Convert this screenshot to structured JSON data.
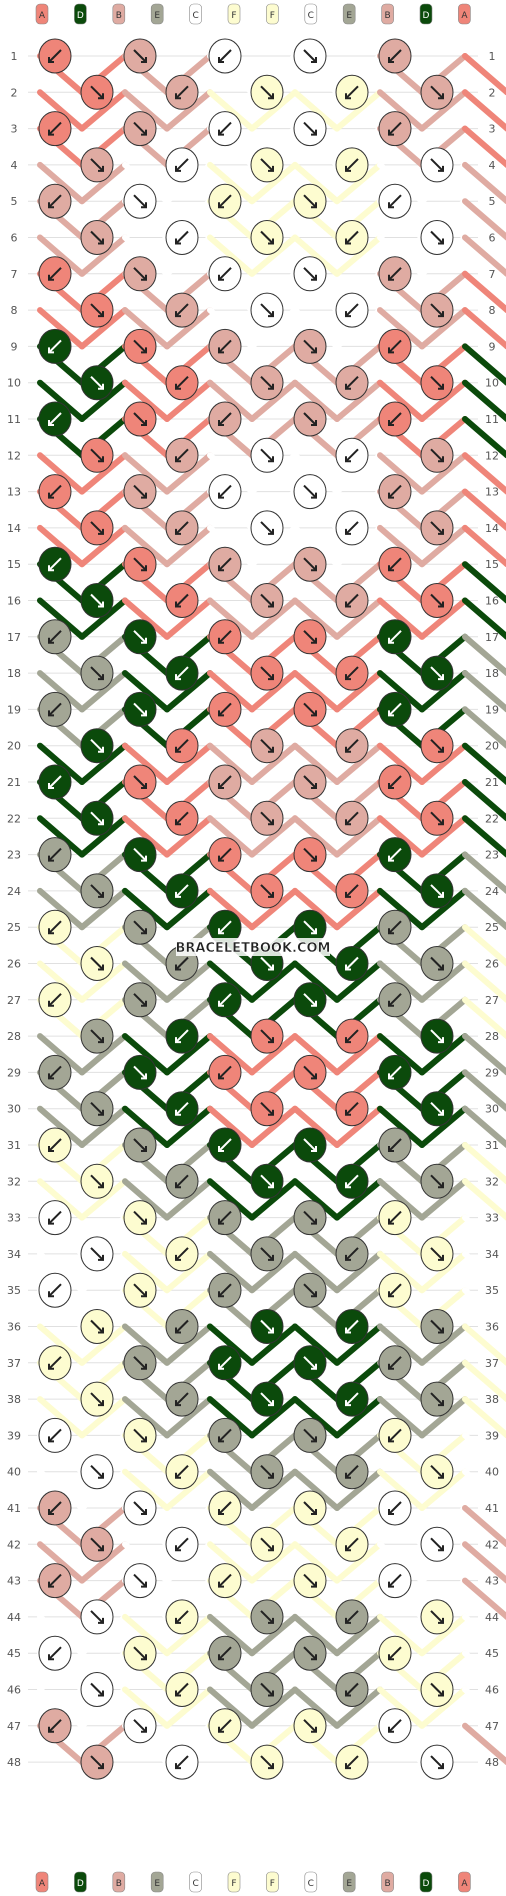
{
  "watermark": "BRACELETBOOK.COM",
  "strings": {
    "top_labels": [
      "A",
      "D",
      "B",
      "E",
      "C",
      "F",
      "F",
      "C",
      "E",
      "B",
      "D",
      "A"
    ],
    "bottom_labels": [
      "A",
      "D",
      "B",
      "E",
      "C",
      "F",
      "F",
      "C",
      "E",
      "B",
      "D",
      "A"
    ]
  },
  "colors": {
    "A": "#ef8579",
    "B": "#dfaba2",
    "C": "#ffffff",
    "D": "#0b4a0b",
    "E": "#a3a695",
    "F": "#fdfcd0",
    "knot_border": "#333333",
    "arrow": "#222222",
    "grid": "#e0e0e0",
    "label": "#555555"
  },
  "rows": {
    "count": 48,
    "labels": [
      "1",
      "2",
      "3",
      "4",
      "5",
      "6",
      "7",
      "8",
      "9",
      "10",
      "11",
      "12",
      "13",
      "14",
      "15",
      "16",
      "17",
      "18",
      "19",
      "20",
      "21",
      "22",
      "23",
      "24",
      "25",
      "26",
      "27",
      "28",
      "29",
      "30",
      "31",
      "32",
      "33",
      "34",
      "35",
      "36",
      "37",
      "38",
      "39",
      "40",
      "41",
      "42",
      "43",
      "44",
      "45",
      "46",
      "47",
      "48"
    ]
  },
  "knot_colors": [
    "A B C C B A",
    "A B F F B A",
    "A B C C B A",
    "B C F F C B",
    "B C F F C B",
    "B C F F C B",
    "A B C C B A",
    "A B C C B A",
    "D A B B A D",
    "D A B B A D",
    "D A B B A D",
    "A B C C B A",
    "A B C C B A",
    "A B C C B A",
    "D A B B A D",
    "D A B B A D",
    "E D A A D E",
    "E D A A D E",
    "E D A A D E",
    "D A B B A D",
    "D A B B A D",
    "D A B B A D",
    "E D A A D E",
    "E D A A D E",
    "F E D D E F",
    "F E D D E F",
    "F E D D E F",
    "E D A A D E",
    "E D A A D E",
    "E D A A D E",
    "F E D D E F",
    "F E D D E F",
    "C F E E F C",
    "C F E E F C",
    "C F E E F C",
    "F E D D E F",
    "F E D D E F",
    "F E D D E F",
    "C F E E F C",
    "C F E E F C",
    "B C F F C B",
    "B C F F C B",
    "B C F F C B",
    "C F E E F C",
    "C F E E F C",
    "C F E E F C",
    "B C F F C B",
    "B C F F C B"
  ],
  "knot_arrows": [
    "L R L R L R",
    "R L R L R L",
    "L R L R L R",
    "R L R L R L",
    "L R L R L R",
    "R L R L R L",
    "L R L R L R",
    "R L R L R L",
    "L R L R L R",
    "R L R L R L",
    "L R L R L R",
    "R L R L R L",
    "L R L R L R",
    "R L R L R L",
    "L R L R L R",
    "R L R L R L",
    "L R L R L R",
    "R L R L R L",
    "L R L R L R",
    "R L R L R L",
    "L R L R L R",
    "R L R L R L",
    "L R L R L R",
    "R L R L R L",
    "L R L R L R",
    "R L R L R L",
    "L R L R L R",
    "R L R L R L",
    "L R L R L R",
    "R L R L R L",
    "L R L R L R",
    "R L R L R L",
    "L R L R L R",
    "R L R L R L",
    "L R L R L R",
    "R L R L R L",
    "L R L R L R",
    "R L R L R L",
    "L R L R L R",
    "R L R L R L",
    "L R L R L R",
    "R L R L R L",
    "L R L R L R",
    "R L R L R L",
    "L R L R L R",
    "R L R L R L",
    "L R L R L R",
    "R L R L R L"
  ]
}
